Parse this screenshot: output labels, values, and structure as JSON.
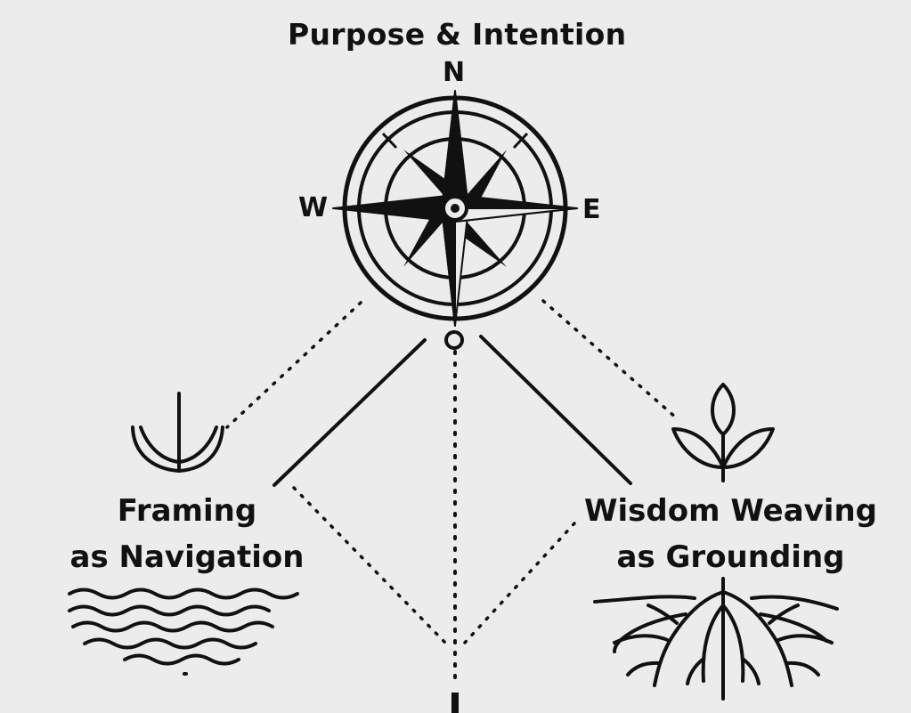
{
  "title": "Purpose & Intention",
  "compass": {
    "north": "N",
    "west": "W",
    "east": "E"
  },
  "left_node": {
    "line1": "Framing",
    "line2": "as Navigation",
    "top_icon": "anchor-icon",
    "bottom_icon": "waves-icon"
  },
  "right_node": {
    "line1": "Wisdom Weaving",
    "line2": "as Grounding",
    "top_icon": "sprout-icon",
    "bottom_icon": "roots-icon"
  },
  "colors": {
    "background": "#ececec",
    "ink": "#111111"
  }
}
